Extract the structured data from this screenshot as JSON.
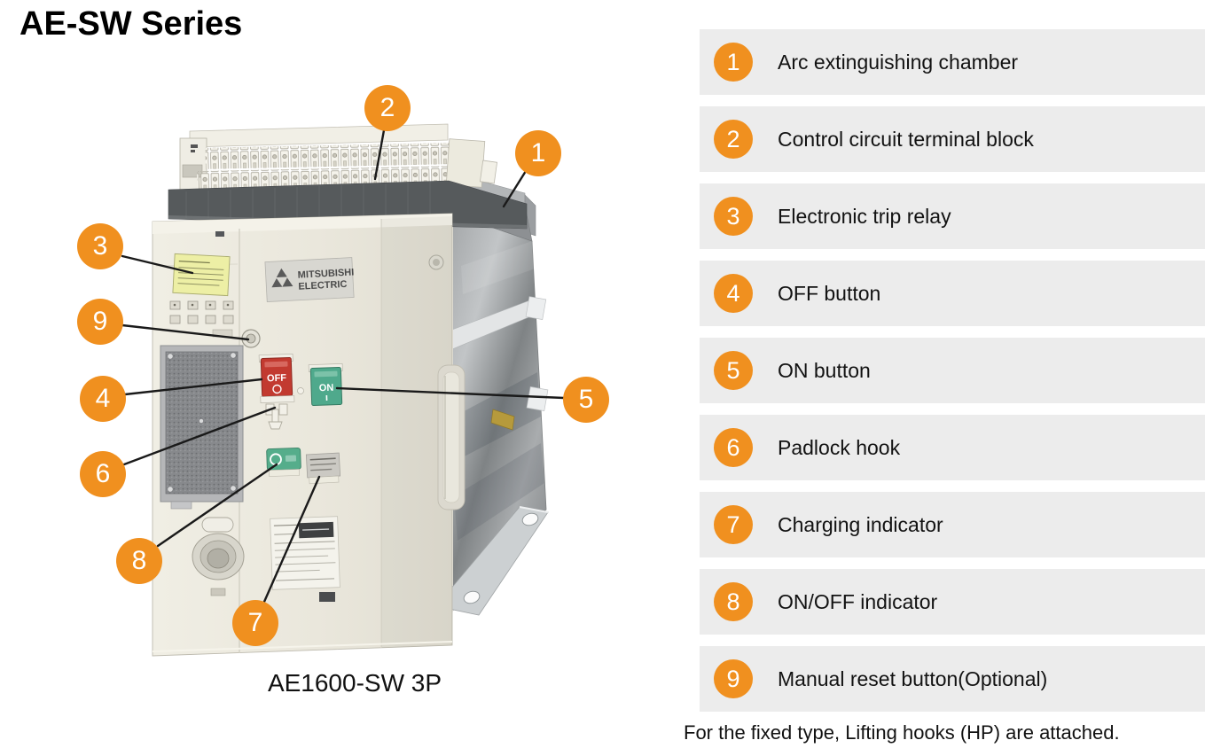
{
  "page": {
    "title": "AE-SW Series"
  },
  "colors": {
    "accent_orange": "#F0901F",
    "legend_bar_gray": "#ECECEC",
    "off_button_red": "#C23A30",
    "on_button_green": "#4FA98C",
    "trip_relay_label_yellow": "#EDEFA5",
    "body_cream": "#EBE8DD"
  },
  "figure": {
    "caption": "AE1600-SW 3P",
    "brand_line1": "MITSUBISHI",
    "brand_line2": "ELECTRIC",
    "off_button_label": "OFF",
    "on_button_label": "ON"
  },
  "legend": {
    "items": [
      {
        "num": "1",
        "label": "Arc extinguishing chamber"
      },
      {
        "num": "2",
        "label": "Control circuit terminal block"
      },
      {
        "num": "3",
        "label": "Electronic trip relay"
      },
      {
        "num": "4",
        "label": "OFF button"
      },
      {
        "num": "5",
        "label": "ON button"
      },
      {
        "num": "6",
        "label": "Padlock hook"
      },
      {
        "num": "7",
        "label": "Charging indicator"
      },
      {
        "num": "8",
        "label": "ON/OFF indicator"
      },
      {
        "num": "9",
        "label": "Manual reset button(Optional)"
      }
    ]
  },
  "note": "For the fixed type, Lifting hooks (HP) are attached."
}
